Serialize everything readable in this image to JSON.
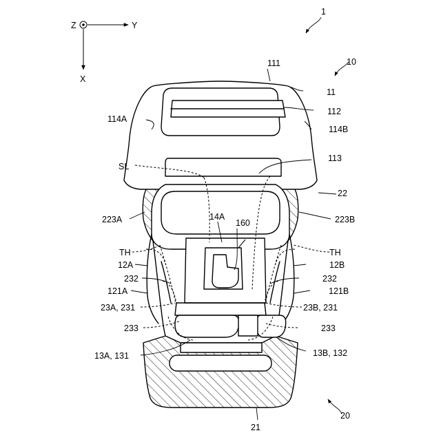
{
  "axes": {
    "z": "Z",
    "y": "Y",
    "x": "X"
  },
  "labels": {
    "l1": "1",
    "l10": "10",
    "l111": "111",
    "l11": "11",
    "l112": "112",
    "l114A": "114A",
    "l114B": "114B",
    "lSL": "SL",
    "l113": "113",
    "l22": "22",
    "l223A": "223A",
    "l223B": "223B",
    "l14A": "14A",
    "l160": "160",
    "lTHL": "TH",
    "lTHR": "TH",
    "l12A": "12A",
    "l12B": "12B",
    "l232L": "232",
    "l232R": "232",
    "l121A": "121A",
    "l121B": "121B",
    "l23A": "23A, 231",
    "l23B": "23B, 231",
    "l233L": "233",
    "l233R": "233",
    "l13A": "13A, 131",
    "l13B": "13B, 132",
    "l20": "20",
    "l21": "21"
  }
}
